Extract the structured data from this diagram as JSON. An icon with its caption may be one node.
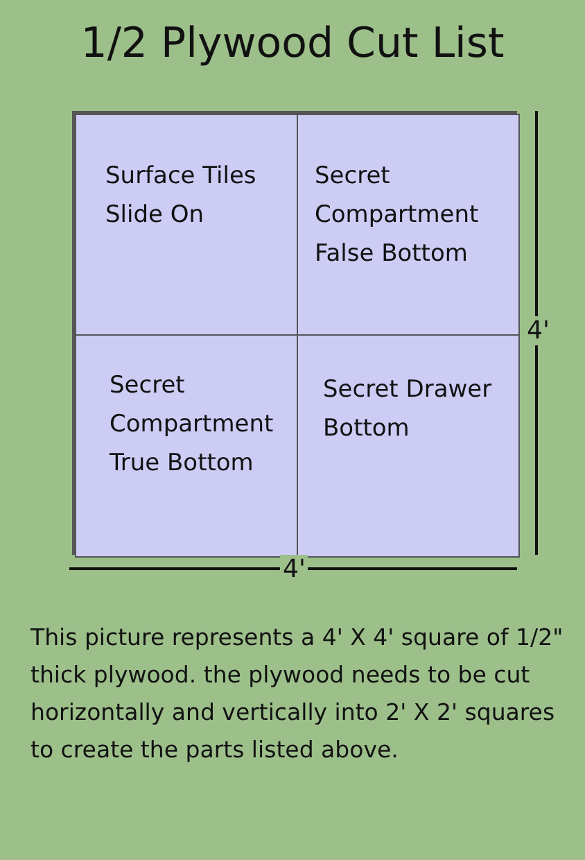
{
  "diagram": {
    "title": "1/2 Plywood Cut List",
    "nodes": [
      {
        "text": [],
        "shape": "box"
      },
      {
        "text": [
          "Surface Tiles Slide On"
        ],
        "in": 0
      },
      {
        "text": [
          "Secret Compartment False Bottom"
        ],
        "in": 0
      },
      {
        "text": [
          "Secret Compartment True Bottom"
        ],
        "in": 0
      },
      {
        "text": [
          "Secret Drawer Bottom"
        ],
        "in": 0
      }
    ],
    "edges": [],
    "labels": [
      "4'",
      "4'"
    ],
    "caption": "This picture represents a 4' X 4' square of 1/2\" thick plywood. the plywood needs to be cut horizontally and vertically into 2' X 2' squares to create the parts listed above."
  }
}
